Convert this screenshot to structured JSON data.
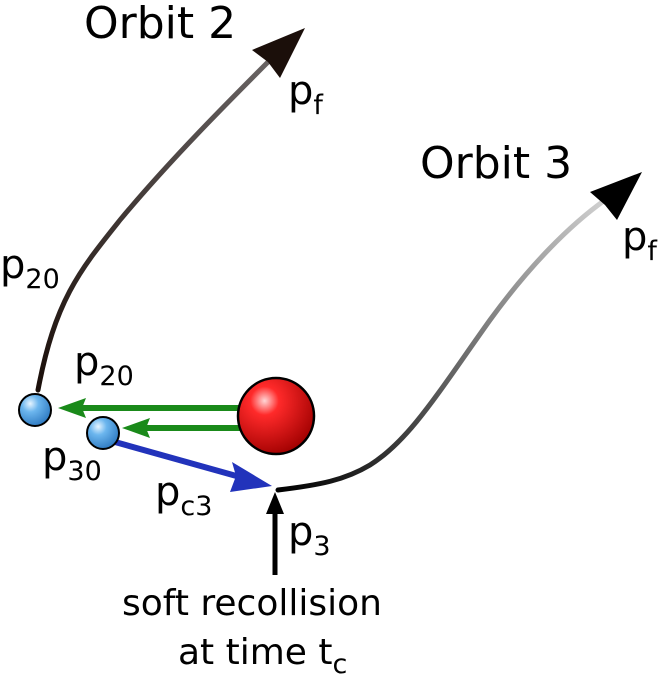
{
  "labels": {
    "orbit2": "Orbit 2",
    "orbit3": "Orbit 3",
    "pf_a": {
      "main": "p",
      "sub": "f"
    },
    "pf_b": {
      "main": "p",
      "sub": "f"
    },
    "p20_top": {
      "main": "p",
      "sub": "20"
    },
    "p20_mid": {
      "main": "p",
      "sub": "20"
    },
    "p30": {
      "main": "p",
      "sub": "30"
    },
    "pc3": {
      "main": "p",
      "sub": "c3"
    },
    "p3": {
      "main": "p",
      "sub": "3"
    },
    "caption_line1": "soft recollision",
    "caption_line2_main": "at time t",
    "caption_line2_sub": "c"
  },
  "colors": {
    "ion": "#e30000",
    "electron": "#5aa9e6",
    "green_arrow": "#1a8a1a",
    "blue_arrow": "#2233bb",
    "orbit2_dark": "#1b0f0a",
    "orbit2_light": "#6b6666",
    "orbit3_dark": "#000000",
    "orbit3_light": "#c9c9c9",
    "arrow_black": "#000000"
  }
}
